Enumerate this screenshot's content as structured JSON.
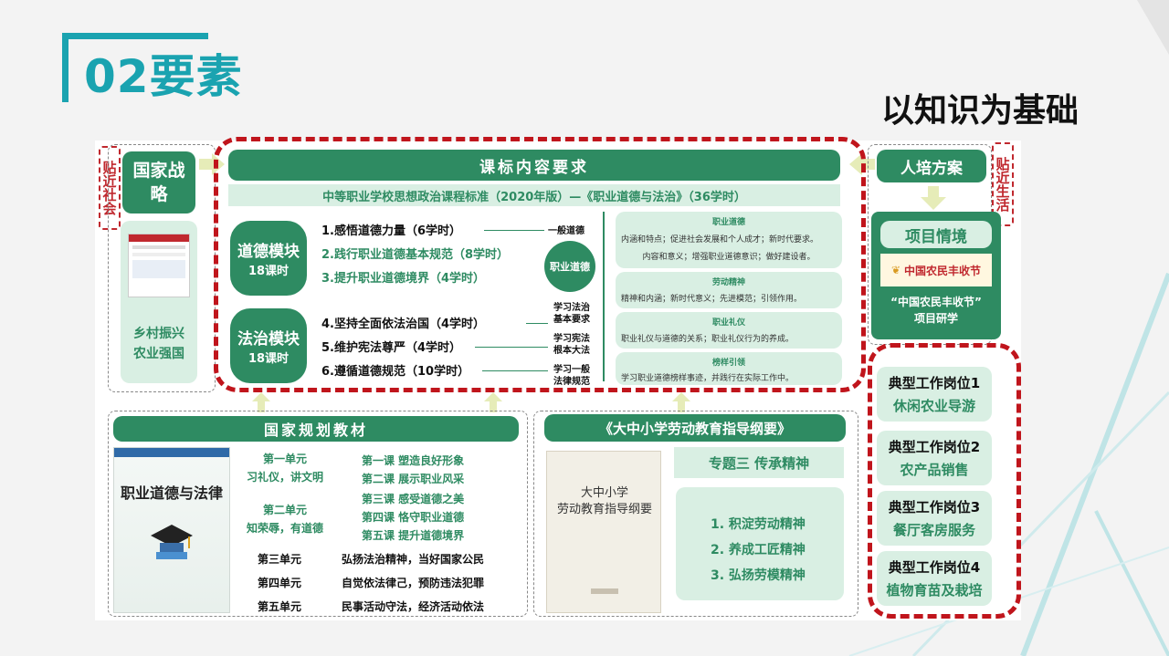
{
  "title": "02要素",
  "subtitle": "以知识为基础",
  "left": {
    "tag": "贴近社会",
    "national_strategy": "国家战略",
    "rural": "乡村振兴\n农业强国"
  },
  "curriculum": {
    "header": "课标内容要求",
    "standard": "中等职业学校思想政治课程标准（2020年版）—《职业道德与法治》（36学时）",
    "moral_module": {
      "name": "道德模块",
      "hours": "18课时"
    },
    "law_module": {
      "name": "法治模块",
      "hours": "18课时"
    },
    "items": [
      "1.感悟道德力量（6学时）",
      "2.践行职业道德基本规范（8学时）",
      "3.提升职业道德境界（4学时）",
      "4.坚持全面依法治国（4学时）",
      "5.维护宪法尊严（4学时）",
      "6.遵循道德规范（10学时）"
    ],
    "general_moral": "一般道德",
    "professional_moral": "职业道德",
    "law_labels": [
      "学习法治\n基本要求",
      "学习宪法\n根本大法",
      "学习一般\n法律规范"
    ],
    "boxes": [
      {
        "title": "职业道德",
        "lines": [
          "内涵和特点；促进社会发展和个人成才；新时代要求。",
          "内容和意义；增强职业道德意识；做好建设者。"
        ]
      },
      {
        "title": "劳动精神",
        "lines": [
          "精神和内涵；新时代意义；先进模范；引领作用。"
        ]
      },
      {
        "title": "职业礼仪",
        "lines": [
          "职业礼仪与道德的关系；职业礼仪行为的养成。"
        ]
      },
      {
        "title": "榜样引领",
        "lines": [
          "学习职业道德榜样事迹，并践行在实际工作中。"
        ]
      }
    ]
  },
  "right": {
    "tag": "贴近生活",
    "training_plan": "人培方案",
    "project": "项目情境",
    "festival_logo": "中国农民丰收节",
    "project_desc": "“中国农民丰收节”\n项目研学",
    "jobs": [
      {
        "label": "典型工作岗位1",
        "name": "休闲农业导游"
      },
      {
        "label": "典型工作岗位2",
        "name": "农产品销售"
      },
      {
        "label": "典型工作岗位3",
        "name": "餐厅客房服务"
      },
      {
        "label": "典型工作岗位4",
        "name": "植物育苗及栽培"
      }
    ]
  },
  "textbook": {
    "header": "国家规划教材",
    "book_title": "职业道德与法律",
    "units": [
      {
        "unit": "第一单元",
        "desc": "习礼仪，讲文明"
      },
      {
        "unit": "第二单元",
        "desc": "知荣辱，有道德"
      }
    ],
    "lessons": [
      "第一课 塑造良好形象",
      "第二课 展示职业风采",
      "第三课 感受道德之美",
      "第四课 恪守职业道德",
      "第五课 提升道德境界"
    ],
    "more_units": [
      {
        "unit": "第三单元",
        "desc": "弘扬法治精神，当好国家公民"
      },
      {
        "unit": "第四单元",
        "desc": "自觉依法律己，预防违法犯罪"
      },
      {
        "unit": "第五单元",
        "desc": "民事活动守法，经济活动依法"
      }
    ]
  },
  "labor": {
    "header": "《大中小学劳动教育指导纲要》",
    "book_title": "大中小学\n劳动教育指导纲要",
    "topic": "专题三  传承精神",
    "points": [
      "1. 积淀劳动精神",
      "2. 养成工匠精神",
      "3. 弘扬劳模精神"
    ]
  }
}
